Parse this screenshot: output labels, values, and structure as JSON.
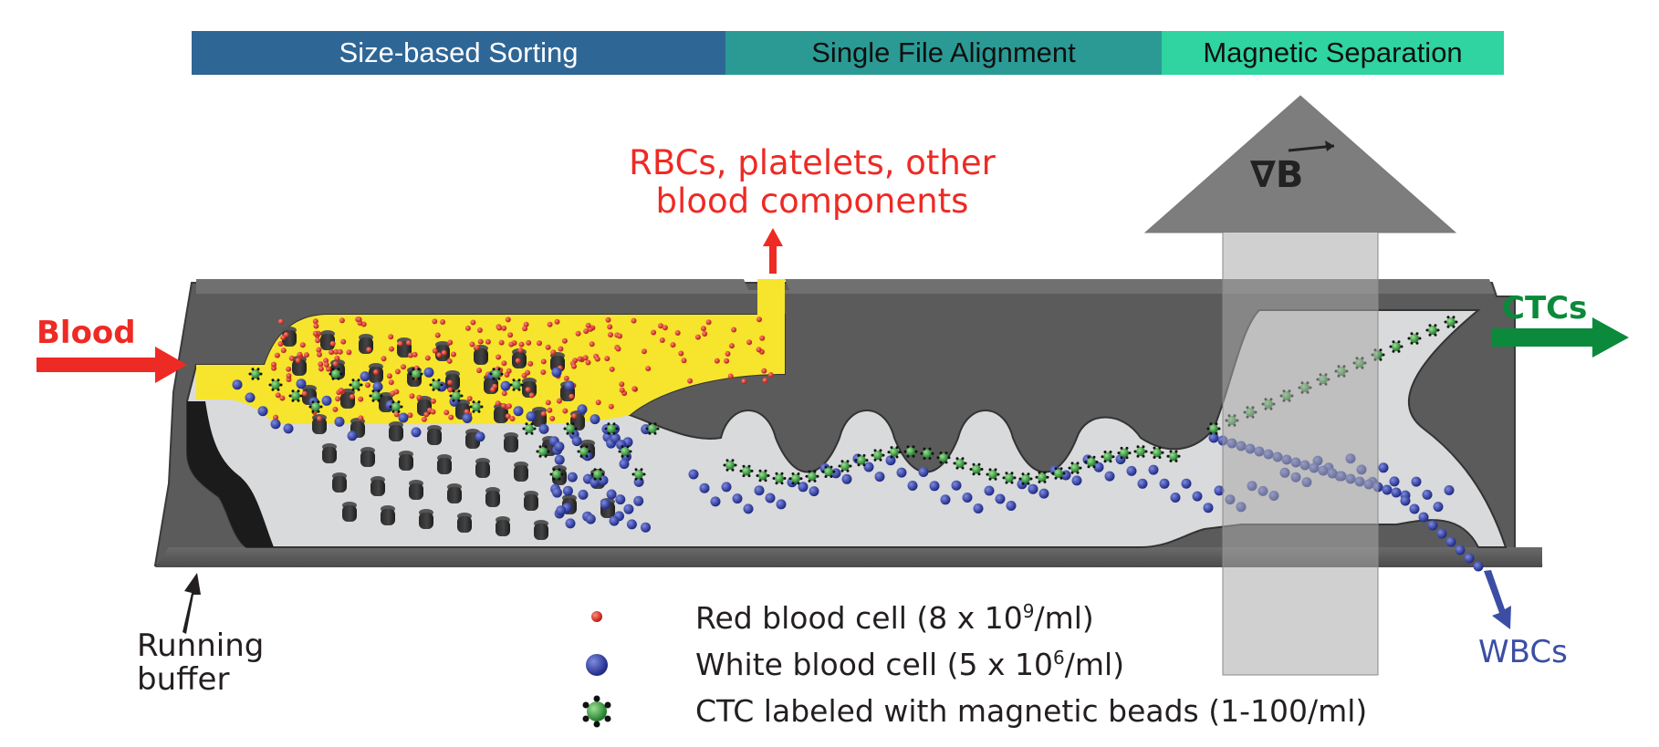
{
  "stages": [
    {
      "label": "Size-based Sorting",
      "color": "#2e6696"
    },
    {
      "label": "Single File Alignment",
      "color": "#2b9a94"
    },
    {
      "label": "Magnetic Separation",
      "color": "#2fd4a0"
    }
  ],
  "outputs": {
    "rbcs_line1": "RBCs, platelets, other",
    "rbcs_line2": "blood components",
    "blood": "Blood",
    "ctcs": "CTCs",
    "running_line1": "Running",
    "running_line2": "buffer",
    "wbcs": "WBCs",
    "gradient_symbol": "∇B"
  },
  "legend": {
    "rbc": {
      "prefix": "Red blood cell (8 x 10",
      "exp": "9",
      "suffix": "/ml)"
    },
    "wbc": {
      "prefix": "White blood cell (5 x 10",
      "exp": "6",
      "suffix": "/ml)"
    },
    "ctc": {
      "label": "CTC labeled with magnetic beads (1-100/ml)"
    }
  },
  "colors": {
    "rbc": "#d42a1f",
    "wbc": "#2d3a9e",
    "ctc": "#3aa64a",
    "chip_dark": "#5b5b5b",
    "channel": "#d9dadb",
    "sorted_zone": "#f6e52c",
    "blood_arrow": "#ee2a24",
    "ctc_arrow": "#0a8a3a",
    "wbc_arrow": "#3c4ea3"
  }
}
